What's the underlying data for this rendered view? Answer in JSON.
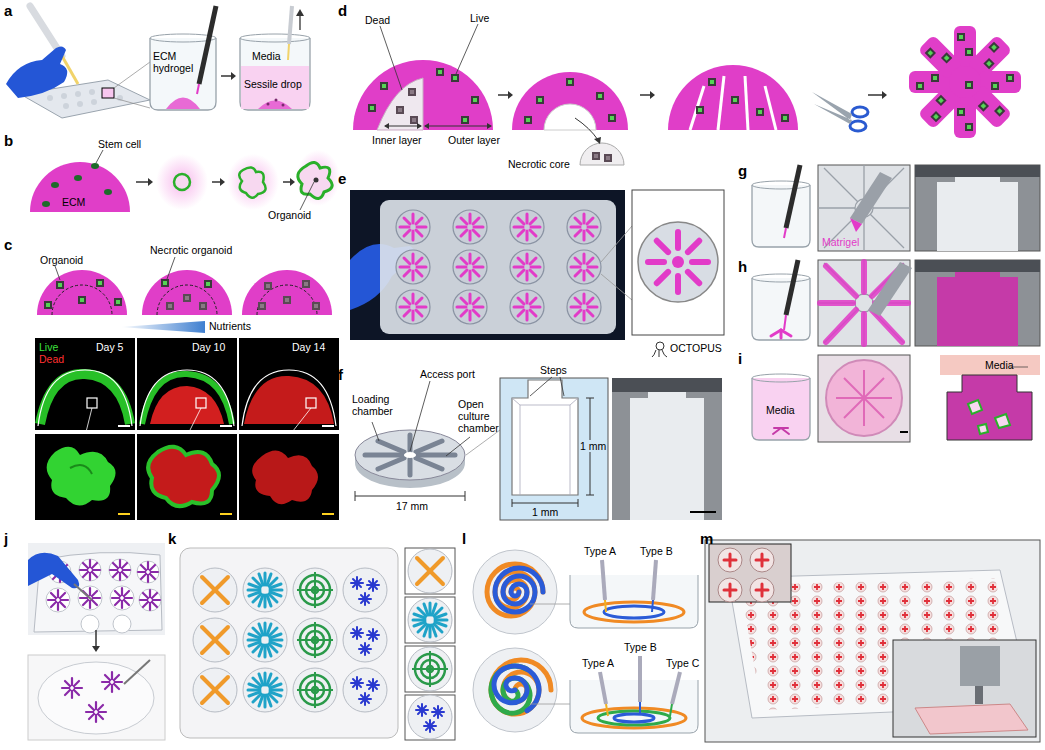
{
  "diagram": {
    "labels": [
      "a",
      "ECM hydrogel",
      "Media",
      "Sessile drop",
      "b",
      "Stem cell",
      "ECM",
      "Organoid",
      "c",
      "Organoid",
      "Necrotic organoid",
      "Nutrients",
      "Live",
      "Dead",
      "Day 5",
      "Day 10",
      "Day 14",
      "d",
      "Dead",
      "Live",
      "Inner layer",
      "Outer layer",
      "Necrotic core",
      "e",
      "OCTOPUS",
      "f",
      "Access port",
      "Loading chamber",
      "Steps",
      "Open culture chamber",
      "17 mm",
      "1 mm",
      "1 mm",
      "g",
      "Matrigel",
      "h",
      "i",
      "Media",
      "Media",
      "j",
      "k",
      "l",
      "Type A",
      "Type B",
      "Type B",
      "Type A",
      "Type C",
      "m"
    ]
  }
}
